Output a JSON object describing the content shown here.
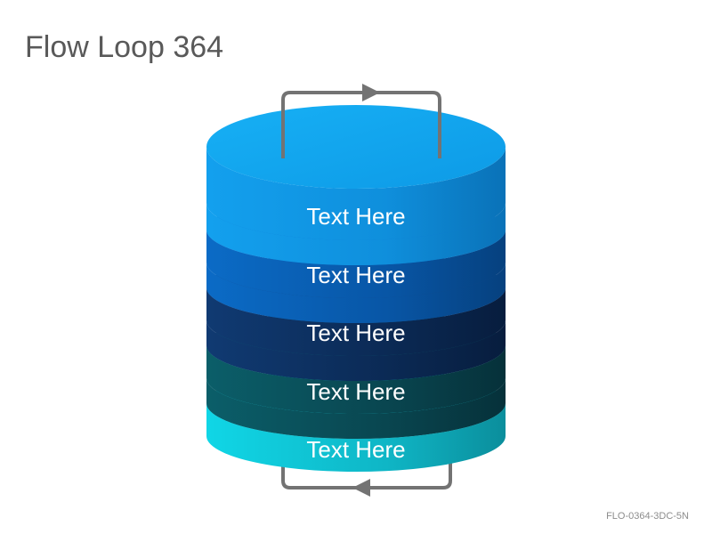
{
  "title": "Flow Loop 364",
  "footer_code": "FLO-0364-3DC-5N",
  "layers": [
    {
      "label": "Text Here",
      "color": "#0f97e8"
    },
    {
      "label": "Text Here",
      "color": "#0a5fb0"
    },
    {
      "label": "Text Here",
      "color": "#0d2f5e"
    },
    {
      "label": "Text Here",
      "color": "#0b4d56"
    },
    {
      "label": "Text Here",
      "color": "#14c2d1"
    }
  ],
  "top_face_color": "#11a6ef",
  "arrow_color": "#737373"
}
